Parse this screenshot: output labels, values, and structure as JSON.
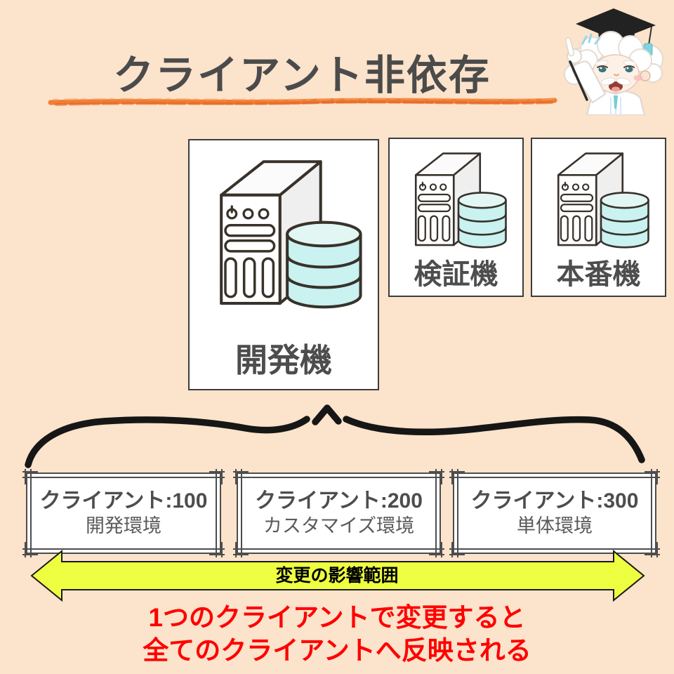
{
  "colors": {
    "bg": "#FCE3CB",
    "title": "#4B4B4B",
    "underline": "#F07E35",
    "ink": "#161616",
    "box-border": "#3D3D3D",
    "label": "#4D4D4D",
    "frame": "#4D4D4D",
    "client-env": "#5A5A5A",
    "arrow-fill": "#EEFF41",
    "arrow-outline": "#1A1A1A",
    "caption": "#FF0000",
    "server-outline": "#38322B",
    "db-fill": "#C9F2F1",
    "db-top": "#E2F7F4"
  },
  "title": {
    "text": "クライアント非依存"
  },
  "machines": [
    {
      "id": "dev",
      "label": "開発機"
    },
    {
      "id": "staging",
      "label": "検証機"
    },
    {
      "id": "production",
      "label": "本番機"
    }
  ],
  "clients": [
    {
      "name": "クライアント:100",
      "env": "開発環境"
    },
    {
      "name": "クライアント:200",
      "env": "カスタマイズ環境"
    },
    {
      "name": "クライアント:300",
      "env": "単体環境"
    }
  ],
  "impact_arrow": {
    "label": "変更の影響範囲"
  },
  "caption": {
    "line1": "1つのクライアントで変更すると",
    "line2": "全てのクライアントへ反映される"
  },
  "icons": {
    "server": "server-database-icon",
    "professor": "professor-illustration",
    "brace": "curly-brace-up",
    "arrow": "double-headed-arrow"
  }
}
